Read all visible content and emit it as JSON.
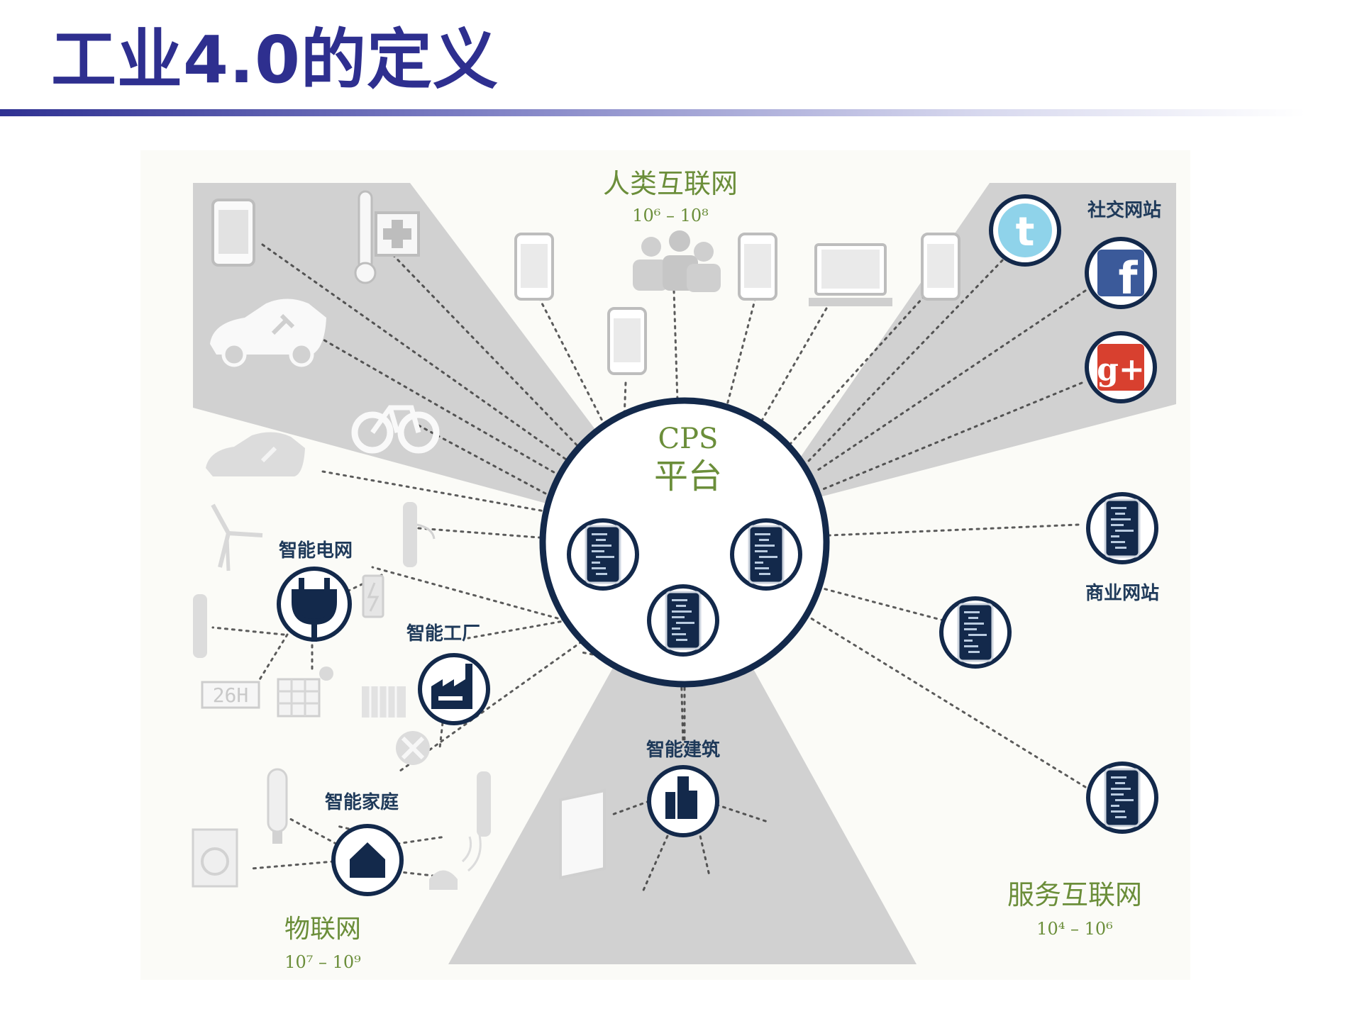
{
  "slide": {
    "title": "工业4.0的定义"
  },
  "diagram": {
    "center": {
      "line1": "CPS",
      "line2": "平台"
    },
    "human_internet": {
      "label": "人类互联网",
      "range": "10⁶ – 10⁸"
    },
    "iot": {
      "label": "物联网",
      "range": "10⁷ – 10⁹"
    },
    "services_internet": {
      "label": "服务互联网",
      "range": "10⁴ – 10⁶"
    },
    "nodes": {
      "smart_grid": "智能电网",
      "smart_factory": "智能工厂",
      "smart_home": "智能家庭",
      "smart_building": "智能建筑",
      "social_sites": "社交网站",
      "business_sites": "商业网站"
    },
    "social_icons": {
      "twitter": "t",
      "facebook": "f",
      "google": "g+"
    },
    "meter_text": "26H"
  },
  "colors": {
    "title": "#2e2f8f",
    "navy": "#13294b",
    "green": "#6b8e3a",
    "wedge": "#d0d0d0"
  }
}
